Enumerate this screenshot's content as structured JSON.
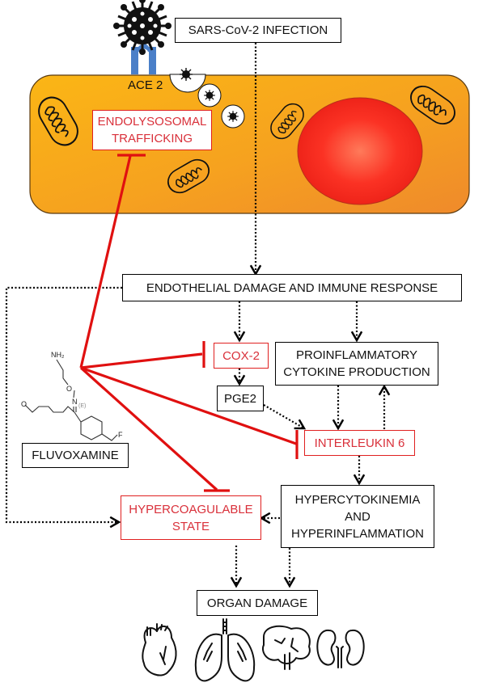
{
  "title": "Fluvoxamine mechanism in SARS-CoV-2 infection",
  "colors": {
    "cell_fill_start": "#fbb615",
    "cell_fill_end": "#ef8a2b",
    "nucleus": "#f5201b",
    "receptor": "#4a7fc8",
    "inhibition": "#e01010",
    "inhibited_text": "#d9303a"
  },
  "nodes": {
    "infection": "SARS-CoV-2 INFECTION",
    "ace2": "ACE 2",
    "endolysosomal": "ENDOLYSOSOMAL\nTRAFFICKING",
    "endothelial": "ENDOTHELIAL DAMAGE AND IMMUNE RESPONSE",
    "cox2": "COX-2",
    "pge2": "PGE2",
    "cytokine": "PROINFLAMMATORY\nCYTOKINE PRODUCTION",
    "il6": "INTERLEUKIN 6",
    "fluvoxamine": "FLUVOXAMINE",
    "hypercoag": "HYPERCOAGULABLE\nSTATE",
    "hypercytokinemia": "HYPERCYTOKINEMIA\nAND\nHYPERINFLAMMATION",
    "organ_damage": "ORGAN DAMAGE"
  },
  "molecule": {
    "nh2": "NH₂",
    "o": "O",
    "n": "N",
    "stereo": "(E)",
    "f": "F"
  },
  "icons": [
    "virus-icon",
    "ace2-receptor-icon",
    "endosome-icon",
    "mitochondrion-icon",
    "nucleus-icon",
    "heart-icon",
    "lungs-icon",
    "brain-icon",
    "kidneys-icon"
  ]
}
